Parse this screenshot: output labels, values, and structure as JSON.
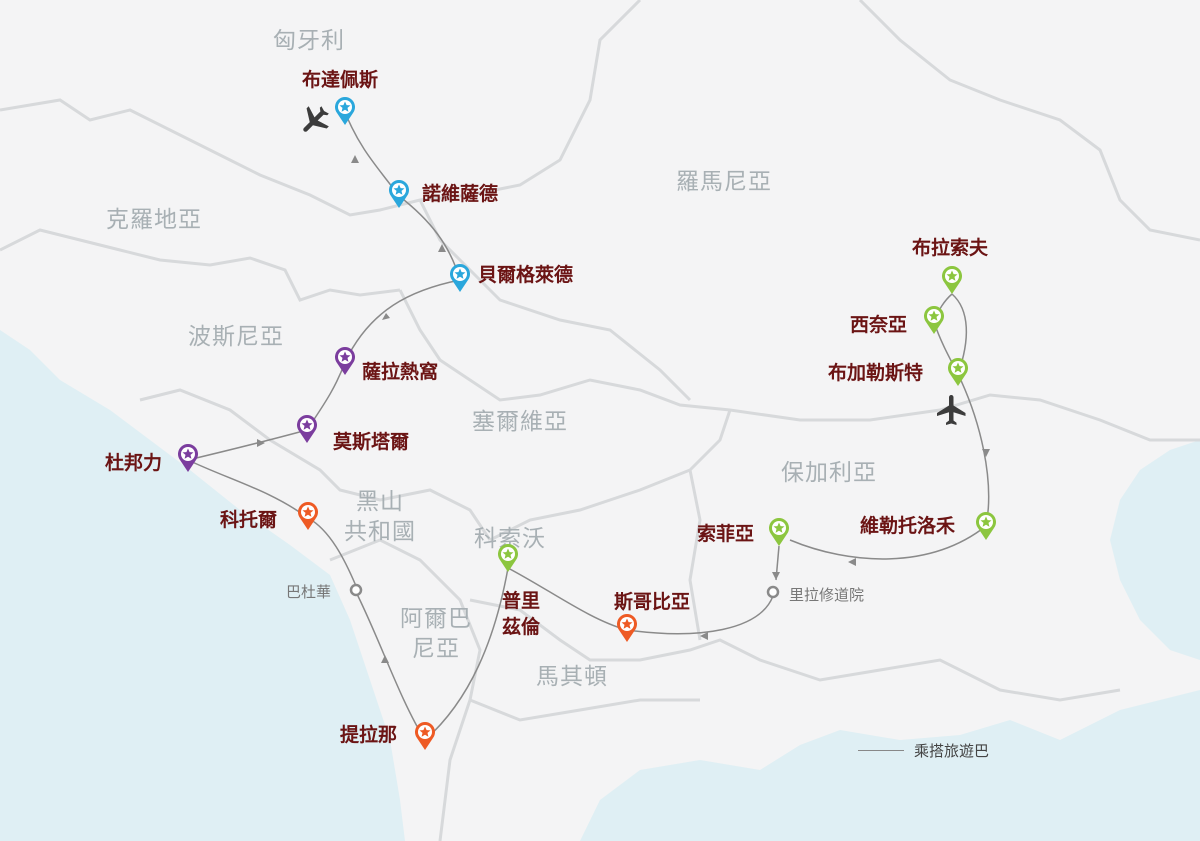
{
  "colors": {
    "blue": "#2aa7dc",
    "purple": "#7b3d9e",
    "green": "#8cc63f",
    "orange": "#ee5a24",
    "label": "#6b1414",
    "country": "#a8b0b4",
    "sea": "#dfeff4",
    "land": "#f4f4f5",
    "route": "#8a8a8a"
  },
  "countries": [
    "匈牙利",
    "克羅地亞",
    "羅馬尼亞",
    "波斯尼亞",
    "塞爾維亞",
    "保加利亞",
    "黑山\n共和國",
    "科索沃",
    "阿爾巴\n尼亞",
    "馬其頓"
  ],
  "cities": [
    "布達佩斯",
    "諾維薩德",
    "貝爾格萊德",
    "薩拉熱窩",
    "莫斯塔爾",
    "杜邦力",
    "科托爾",
    "提拉那",
    "普里\n茲倫",
    "斯哥比亞",
    "索菲亞",
    "維勒托洛禾",
    "布加勒斯特",
    "西奈亞",
    "布拉索夫"
  ],
  "stops": [
    "巴杜華",
    "里拉修道院"
  ],
  "legend": {
    "label": "乘搭旅遊巴"
  },
  "icons": [
    "airplane-icon",
    "map-pin-star-icon",
    "stop-circle-icon"
  ]
}
